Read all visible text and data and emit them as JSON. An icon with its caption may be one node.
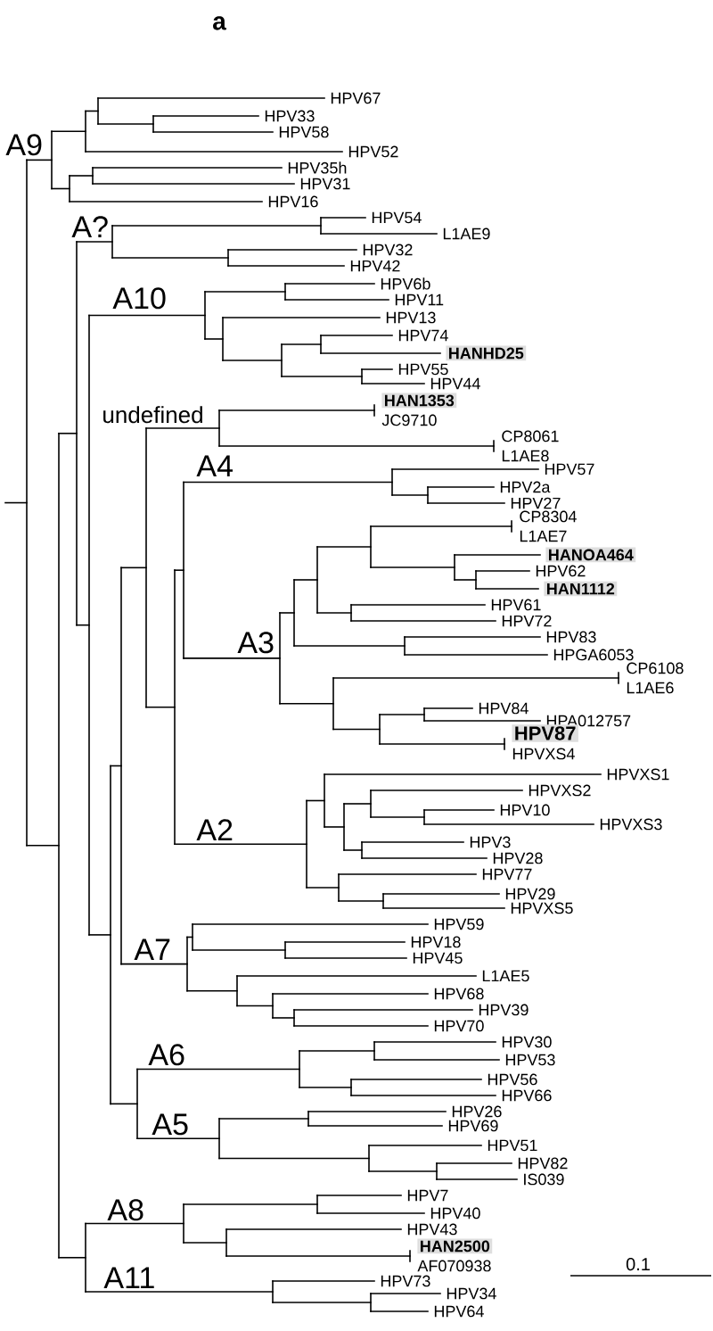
{
  "diagram": {
    "title": "a",
    "labels": [
      "A9",
      "HPV67",
      "HPV33",
      "HPV58",
      "HPV52",
      "HPV35h",
      "HPV31",
      "HPV16",
      "A?",
      "HPV54",
      "L1AE9",
      "HPV32",
      "HPV42",
      "A10",
      "HPV6b",
      "HPV11",
      "HPV13",
      "HPV74",
      "HANHD25",
      "HPV55",
      "HPV44",
      "undefined",
      "HAN1353",
      "JC9710",
      "CP8061",
      "L1AE8",
      "A4",
      "HPV57",
      "HPV2a",
      "HPV27",
      "CP8304",
      "L1AE7",
      "HANOA464",
      "HPV62",
      "HAN1112",
      "HPV61",
      "HPV72",
      "A3",
      "HPV83",
      "HPGA6053",
      "CP6108",
      "L1AE6",
      "HPV84",
      "HPA012757",
      "HPV87",
      "HPVXS4",
      "HPVXS1",
      "HPVXS2",
      "HPV10",
      "HPVXS3",
      "A2",
      "HPV3",
      "HPV28",
      "HPV77",
      "HPV29",
      "HPVXS5",
      "A7",
      "HPV59",
      "HPV18",
      "HPV45",
      "L1AE5",
      "HPV68",
      "HPV39",
      "HPV70",
      "A6",
      "HPV30",
      "HPV53",
      "HPV56",
      "HPV66",
      "A5",
      "HPV26",
      "HPV69",
      "HPV51",
      "HPV82",
      "IS039",
      "A8",
      "HPV7",
      "HPV40",
      "HPV43",
      "HAN2500",
      "AF070938",
      "A11",
      "HPV73",
      "HPV34",
      "HPV64",
      "0.1"
    ]
  }
}
